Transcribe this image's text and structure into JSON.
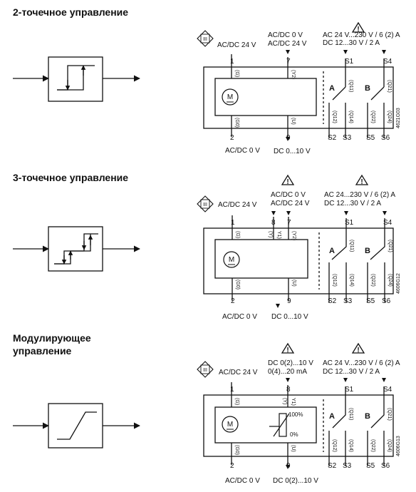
{
  "sections": [
    {
      "title": "2-точечное управление",
      "supply_left": "AC/DC 24 V",
      "input_top_1": "AC/DC 0 V",
      "input_top_2": "AC/DC 24 V",
      "aux_top_1": "AC 24 V...230 V / 6 (2) A",
      "aux_top_2": "DC 12...30 V / 2 A",
      "pins_top": [
        "1",
        "7",
        "S1",
        "S4"
      ],
      "pins_bottom": [
        "2",
        "9",
        "S2",
        "S3",
        "S5",
        "S6"
      ],
      "signals_top": [
        "(G)",
        "(Y2)",
        "(Q11)",
        "(Q21)"
      ],
      "signals_bottom": [
        "(G0)",
        "(U)",
        "(Q12)",
        "(Q14)",
        "(Q22)",
        "(Q24)"
      ],
      "bottom_left": "AC/DC 0 V",
      "bottom_right": "DC 0...10 V",
      "relay_a": "A",
      "relay_b": "B",
      "diagram_code": "4621G03",
      "motor_label": "M"
    },
    {
      "title": "3-точечное управление",
      "supply_left": "AC/DC 24 V",
      "input_top_1": "AC/DC 0 V",
      "input_top_2": "AC/DC 24 V",
      "aux_top_1": "AC 24...230 V / 6 (2) A",
      "aux_top_2": "DC 12...30 V / 2 A",
      "pins_top": [
        "1",
        "8",
        "7",
        "S1",
        "S4"
      ],
      "pins_bottom": [
        "2",
        "9",
        "S2",
        "S3",
        "S5",
        "S6"
      ],
      "signals_top": [
        "(G)",
        "(Y)",
        "Y1)",
        "(Y2)",
        "(Q11)",
        "(Q21)"
      ],
      "signals_bottom": [
        "(G0)",
        "(U)",
        "(Q12)",
        "(Q14)",
        "(Q22)",
        "(Q24)"
      ],
      "bottom_left": "AC/DC 0 V",
      "bottom_right": "DC 0...10 V",
      "relay_a": "A",
      "relay_b": "B",
      "diagram_code": "4606G12",
      "motor_label": "M"
    },
    {
      "title_line1": "Модулирующее",
      "title_line2": "управление",
      "supply_left": "AC/DC 24 V",
      "input_top_1": "DC 0(2)...10 V",
      "input_top_2": "0(4)...20 mA",
      "aux_top_1": "AC 24 V...230 V / 6 (2) A",
      "aux_top_2": "DC 12...30 V / 2 A",
      "pins_top": [
        "1",
        "8",
        "S1",
        "S4"
      ],
      "pins_bottom": [
        "2",
        "9",
        "S2",
        "S3",
        "S5",
        "S6"
      ],
      "signals_top": [
        "(G)",
        "(Y)",
        "Y1)",
        "(Q11)",
        "(Q21)"
      ],
      "signals_bottom": [
        "(G0)",
        "(U)",
        "(Q12)",
        "(Q14)",
        "(Q22)",
        "(Q24)"
      ],
      "bottom_left": "AC/DC 0 V",
      "bottom_right": "DC 0(2)...10 V",
      "relay_a": "A",
      "relay_b": "B",
      "diagram_code": "4606G13",
      "motor_label": "M",
      "pct_high": "100%",
      "pct_low": "0%"
    }
  ],
  "warning_glyph": "!",
  "class_mark": "III"
}
